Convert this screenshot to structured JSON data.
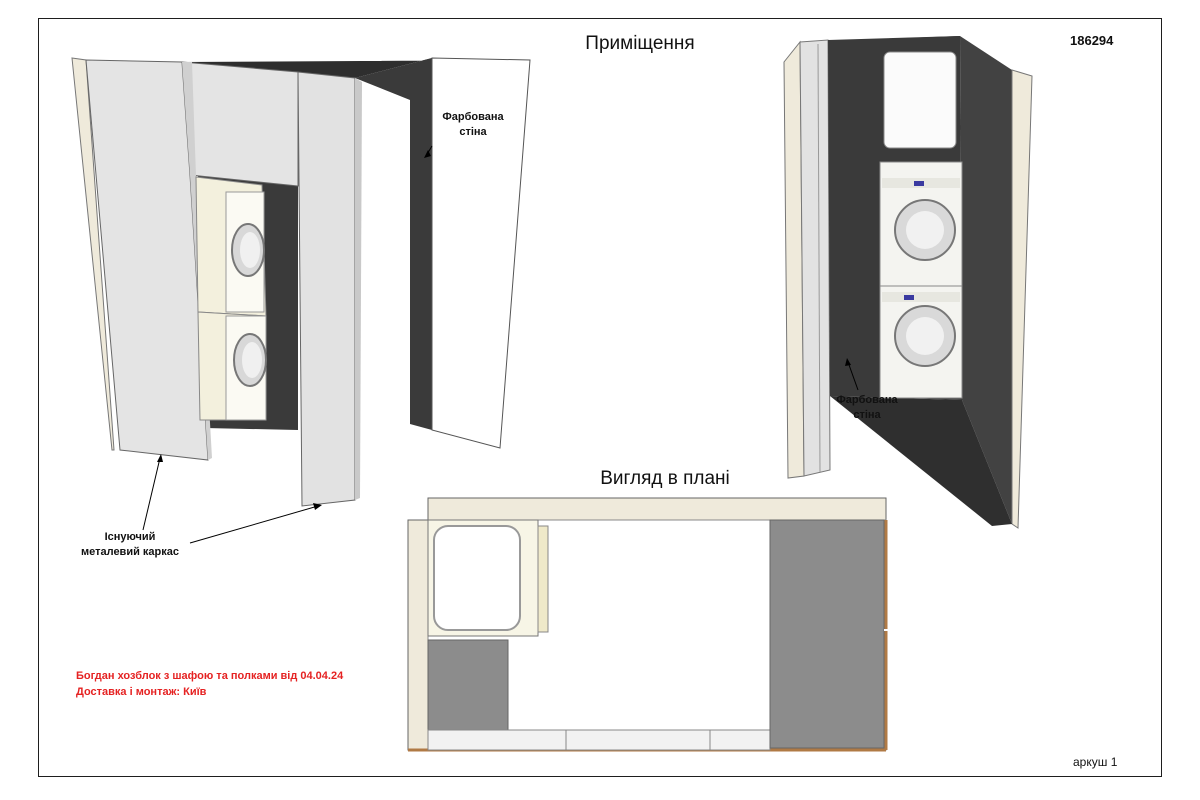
{
  "drawing": {
    "number": "186294",
    "sheet": "аркуш 1",
    "section_room_title": "Приміщення",
    "section_plan_title": "Вигляд в плані"
  },
  "annotations": {
    "painted_wall_left": "Фарбована стіна",
    "painted_wall_right": "Фарбована стіна",
    "metal_frame": "Існуючий металевий каркас"
  },
  "order": {
    "line1": "Богдан хозблок з шафою та полками від 04.04.24",
    "line2": "Доставка і монтаж: Київ"
  },
  "colors": {
    "frame_border": "#1e1e1e",
    "panel_light": "#e4e4e4",
    "panel_cream": "#efeadb",
    "dark_wall": "#3a3a3a",
    "plan_gray": "#8c8c8c",
    "order_text": "#e52222",
    "floor_edge": "#b07a45"
  },
  "icons": {
    "washer": "washing-machine-icon",
    "tumble": "tumble-dryer-icon"
  }
}
